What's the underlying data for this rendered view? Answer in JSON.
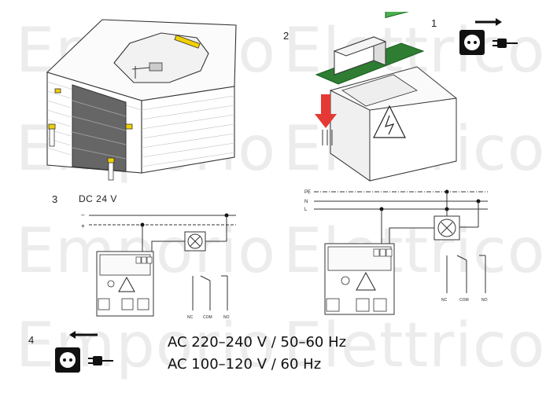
{
  "watermark": {
    "word1": "Emporio",
    "word2": "Elettrico"
  },
  "steps": {
    "one": "1",
    "two": "2",
    "three": "3",
    "four": "4"
  },
  "dc_supply": "DC 24 V",
  "dc_terminals": {
    "minus": "–",
    "plus": "+"
  },
  "ac_lines": {
    "pe": "PE",
    "n": "N",
    "l": "L"
  },
  "contacts": {
    "nc": "NC",
    "com": "COM",
    "no": "NO"
  },
  "ac_supply": {
    "line1": "AC 220–240 V / 50–60 Hz",
    "line2": "AC 100–120 V / 60 Hz"
  }
}
